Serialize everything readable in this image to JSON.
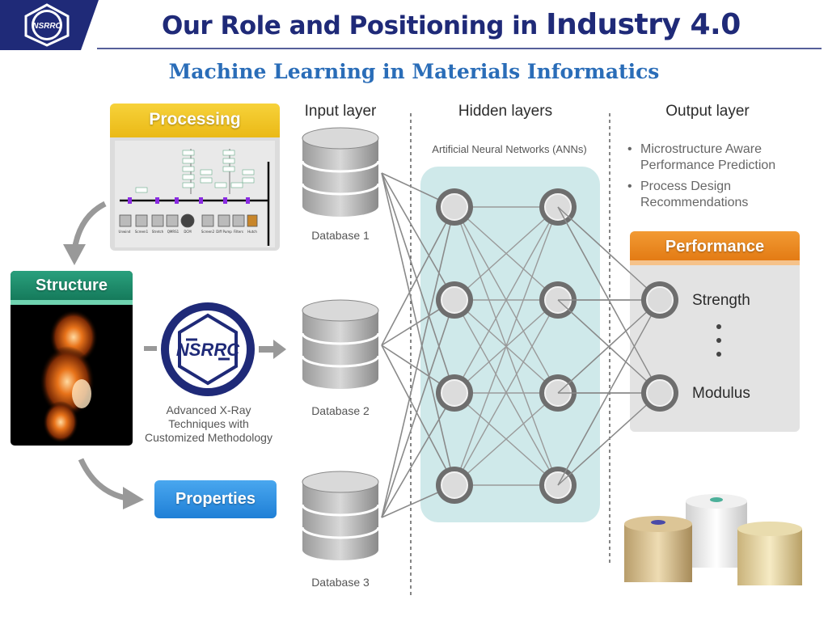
{
  "header": {
    "logo_text": "NSRRC",
    "title_main": "Our Role and Positioning in",
    "title_big": "Industry 4.0"
  },
  "subtitle": "Machine Learning in Materials Informatics",
  "left": {
    "processing_label": "Processing",
    "structure_label": "Structure",
    "properties_label": "Properties",
    "process_steps": [
      "Unwind",
      "Screen1",
      "Stretch",
      "QMRS1",
      "DCM",
      "Screen2",
      "Diff Pump",
      "Filters",
      "Hutch"
    ],
    "xray_text_lines": [
      "Advanced X-Ray",
      "Techniques with",
      "Customized Methodology"
    ],
    "center_logo_text": "NSRRC"
  },
  "network": {
    "input_layer_title": "Input layer",
    "hidden_layers_title": "Hidden layers",
    "output_layer_title": "Output layer",
    "ann_caption": "Artificial Neural Networks (ANNs)",
    "databases": [
      "Database 1",
      "Database 2",
      "Database 3"
    ]
  },
  "output": {
    "bullets": [
      [
        "Microstructure Aware",
        "Performance Prediction"
      ],
      [
        "Process Design",
        "Recommendations"
      ]
    ],
    "performance_label": "Performance",
    "items": [
      "Strength",
      "Modulus"
    ]
  },
  "colors": {
    "title_navy": "#1f2a78",
    "subtitle_blue": "#2a6db8",
    "processing_yellow": "#f2c31d",
    "structure_green": "#1f8a6a",
    "properties_blue": "#2f8fe0",
    "performance_orange": "#e8851c",
    "ann_panel": "#cfe9ea"
  }
}
